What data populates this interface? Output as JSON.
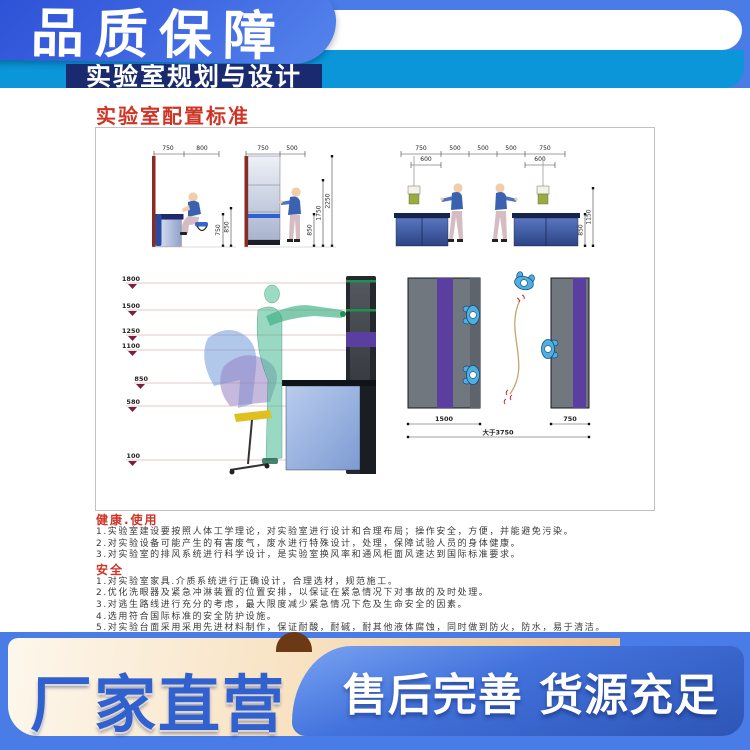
{
  "header": {
    "ribbon_title": "品质保障",
    "bar_title": "实验室规划与设计"
  },
  "section_title": "实验室配置标准",
  "diagrams": {
    "seated_bench": {
      "top": [
        "750",
        "800"
      ],
      "right": [
        "750",
        "850"
      ]
    },
    "tall_cabinet": {
      "top": [
        "750",
        "500"
      ],
      "right": [
        "850",
        "1750",
        "2250"
      ]
    },
    "double_bench": {
      "top": [
        "750",
        "500",
        "500",
        "500",
        "750"
      ],
      "mid": [
        "600",
        "600"
      ],
      "right": [
        "850",
        "1150"
      ]
    },
    "ergonomic_heights": {
      "levels": [
        "1800",
        "1500",
        "1250",
        "1100",
        "850",
        "580",
        "100"
      ]
    },
    "plan_view": {
      "bottom": [
        "1500",
        "大于3750",
        "750"
      ]
    }
  },
  "health": {
    "title": "健康.使用",
    "items": [
      "1.实验室建设要按照人体工学理论，对实验室进行设计和合理布局；操作安全，方便，并能避免污染。",
      "2.对实验设备可能产生的有害废气，废水进行特殊设计，处理，保障试验人员的身体健康。",
      "3.对实验室的排风系统进行科学设计，是实验室换风率和通风柜面风速达到国际标准要求。"
    ]
  },
  "safety": {
    "title": "安全",
    "items": [
      "1.对实验室家具.介质系统进行正确设计，合理选材，规范施工。",
      "2.优化洗眼器及紧急冲淋装置的位置安排，以保证在紧急情况下对事故的及时处理。",
      "3.对逃生路线进行充分的考虑，最大限度减少紧急情况下危及生命安全的因素。",
      "4.选用符合国际标准的安全防护设施。",
      "5.对实验台面采用采用先进材料制作，保证耐酸，耐碱，耐其他液体腐蚀，同时做到防火，防水，易于清洁。"
    ]
  },
  "footer": {
    "left_banner": "厂家直营",
    "right_banner": "售后完善 货源充足"
  },
  "colors": {
    "header_blue": "#4a7ce8",
    "ribbon_blue": "#3c63e0",
    "cyan_band": "#0a96d8",
    "navy_bar": "#1a2a6e",
    "title_red": "#cf3527",
    "footer_cream": "#f8e3c4",
    "footer_text_blue": "#3061cf",
    "bench_purple": "#5a3fa0",
    "shelf_green": "#1e9050"
  }
}
